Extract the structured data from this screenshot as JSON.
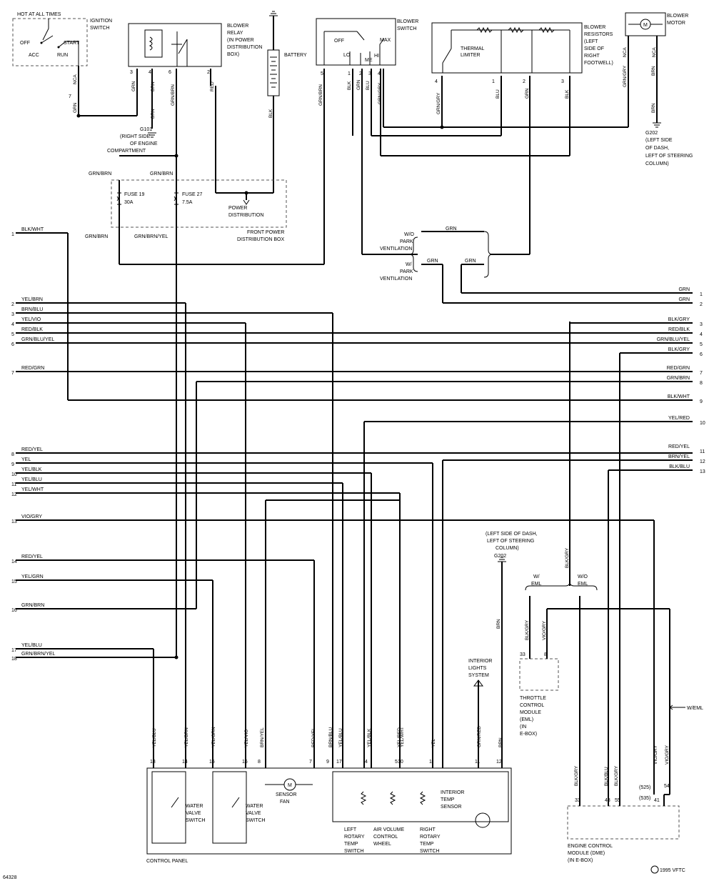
{
  "top": {
    "hot_label": "HOT AT ALL TIMES",
    "ignition_title": [
      "IGNITION",
      "SWITCH"
    ],
    "ign_off": "OFF",
    "ign_start": "START",
    "ign_acc": "ACC",
    "ign_run": "RUN",
    "nca": "NCA",
    "pin7": "7",
    "grn": "GRN",
    "relay_title": [
      "BLOWER",
      "RELAY",
      "(IN POWER",
      "DISTRIBUTION",
      "BOX)"
    ],
    "relay_pins": [
      "3",
      "4",
      "6",
      "2"
    ],
    "relay_wires": [
      "GRN",
      "BRN",
      "GRN/BRN",
      "RED"
    ],
    "relay_brn2": "BRN",
    "g101": [
      "G101",
      "(RIGHT SIDE",
      "OF ENGINE",
      "COMPARTMENT"
    ],
    "battery": "BATTERY",
    "blk": "BLK",
    "switch_title": [
      "BLOWER",
      "SWITCH"
    ],
    "sw_off": "OFF",
    "sw_lo": "LO",
    "sw_me": "ME",
    "sw_hi": "HI",
    "sw_max": "MAX",
    "sw_pins": [
      "5",
      "1",
      "2",
      "3",
      "4"
    ],
    "sw_wires": [
      "GRN/BRN",
      "BLK",
      "GRN",
      "BLU",
      "GRN/GRY"
    ],
    "resistor_title": [
      "BLOWER",
      "RESISTORS",
      "(LEFT",
      "SIDE OF",
      "RIGHT",
      "FOOTWELL)"
    ],
    "thermal": [
      "THERMAL",
      "LIMITER"
    ],
    "res_pins": [
      "4",
      "1",
      "2",
      "3"
    ],
    "res_wires": [
      "GRN/GRY",
      "BLU",
      "GRN",
      "BLK"
    ],
    "motor_title": [
      "BLOWER",
      "MOTOR"
    ],
    "motor_wires": [
      "GRN/GRY",
      "BRN",
      "BRN"
    ],
    "motor_nca": "NCA",
    "motor_m": "M",
    "g202": [
      "G202",
      "(LEFT SIDE",
      "OF DASH,",
      "LEFT OF STEERING",
      "COLUMN)"
    ],
    "fuse_wires": [
      "GRN/BRN",
      "GRN/BRN"
    ],
    "fuse19": [
      "FUSE 19",
      "30A"
    ],
    "fuse27": [
      "FUSE 27",
      "7.5A"
    ],
    "power_dist": [
      "POWER",
      "DISTRIBUTION"
    ],
    "front_box": [
      "FRONT POWER",
      "DISTRIBUTION BOX"
    ],
    "below_box": [
      "GRN/BRN",
      "GRN/BRN/YEL"
    ],
    "wo_park": [
      "W/O",
      "PARK",
      "VENTILATION"
    ],
    "w_park": [
      "W/",
      "PARK",
      "VENTILATION"
    ],
    "park_grn": [
      "GRN",
      "GRN",
      "GRN"
    ]
  },
  "left_wires": [
    {
      "n": "1",
      "label": "BLK/WHT"
    },
    {
      "n": "2",
      "label": "YEL/BRN"
    },
    {
      "n": "3",
      "label": "BRN/BLU"
    },
    {
      "n": "4",
      "label": "YEL/VIO"
    },
    {
      "n": "5",
      "label": "RED/BLK"
    },
    {
      "n": "6",
      "label": "GRN/BLU/YEL"
    },
    {
      "n": "7",
      "label": "RED/GRN"
    },
    {
      "n": "8",
      "label": "RED/YEL"
    },
    {
      "n": "9",
      "label": "YEL"
    },
    {
      "n": "10",
      "label": "YEL/BLK"
    },
    {
      "n": "11",
      "label": "YEL/BLU"
    },
    {
      "n": "12",
      "label": "YEL/WHT"
    },
    {
      "n": "13",
      "label": "VIO/GRY"
    },
    {
      "n": "14",
      "label": "RED/YEL"
    },
    {
      "n": "15",
      "label": "YEL/GRN"
    },
    {
      "n": "16",
      "label": "GRN/BRN"
    },
    {
      "n": "17",
      "label": "YEL/BLU"
    },
    {
      "n": "18",
      "label": "GRN/BRN/YEL"
    }
  ],
  "right_wires": [
    {
      "n": "1",
      "label": "GRN"
    },
    {
      "n": "2",
      "label": "GRN"
    },
    {
      "n": "3",
      "label": "BLK/GRY"
    },
    {
      "n": "4",
      "label": "RED/BLK"
    },
    {
      "n": "5",
      "label": "GRN/BLU/YEL"
    },
    {
      "n": "6",
      "label": "BLK/GRY"
    },
    {
      "n": "7",
      "label": "RED/GRN"
    },
    {
      "n": "8",
      "label": "GRN/BRN"
    },
    {
      "n": "9",
      "label": "BLK/WHT"
    },
    {
      "n": "10",
      "label": "YEL/RED"
    },
    {
      "n": "11",
      "label": "RED/YEL"
    },
    {
      "n": "12",
      "label": "BRN/YEL"
    },
    {
      "n": "13",
      "label": "BLK/BLU"
    }
  ],
  "bottom": {
    "g202": [
      "(LEFT SIDE OF DASH,",
      "LEFT OF STEERING",
      "COLUMN)",
      "G202"
    ],
    "brn": "BRN",
    "blk_gry": "BLK/GRY",
    "w_eml": [
      "W/",
      "EML"
    ],
    "wo_eml": [
      "W/O",
      "EML"
    ],
    "eml_wires": [
      "BLK/GRY",
      "VIO/GRY"
    ],
    "eml_pins": [
      "33",
      "8"
    ],
    "throttle": [
      "THROTTLE",
      "CONTROL",
      "MODULE",
      "(EML)",
      "(IN",
      "E-BOX)"
    ],
    "interior_lights": [
      "INTERIOR",
      "LIGHTS",
      "SYSTEM"
    ],
    "cp_wires": [
      "YEL/BLU",
      "YEL/BRN",
      "YEL/GRN",
      "YEL/VIO",
      "BRN/YEL",
      "RED/YEL",
      "BRN/BLU",
      "YEL/BLU",
      "YEL/BLK",
      "YEL/RED",
      "YEL/WHT",
      "YEL",
      "GRN/RED",
      "BRN"
    ],
    "cp_pins": [
      "13",
      "14",
      "15",
      "16",
      "8",
      "7",
      "9",
      "17",
      "4",
      "5",
      "10",
      "1",
      "11",
      "12"
    ],
    "sensor_fan": [
      "SENSOR",
      "FAN"
    ],
    "water_valve": [
      "WATER",
      "VALVE",
      "SWITCH"
    ],
    "interior_temp": [
      "INTERIOR",
      "TEMP",
      "SENSOR"
    ],
    "left_rotary": [
      "LEFT",
      "ROTARY",
      "TEMP",
      "SWITCH"
    ],
    "air_volume": [
      "AIR VOLUME",
      "CONTROL",
      "WHEEL"
    ],
    "right_rotary": [
      "RIGHT",
      "ROTARY",
      "TEMP",
      "SWITCH"
    ],
    "control_panel": "CONTROL PANEL",
    "dme_wires": [
      "BLK/GRY",
      "BLK/BLU",
      "BLK/GRY",
      "VIO/GRY",
      "VIO/GRY"
    ],
    "dme_pins": [
      "33",
      "48",
      "55",
      "41",
      "54"
    ],
    "dme_notes": [
      "(525)",
      "(535)"
    ],
    "w_eml_right": "W/EML",
    "dme": [
      "ENGINE CONTROL",
      "MODULE (DME)",
      "(IN E-BOX)"
    ],
    "copyright": "1995 VFTC",
    "figure": "64328"
  }
}
